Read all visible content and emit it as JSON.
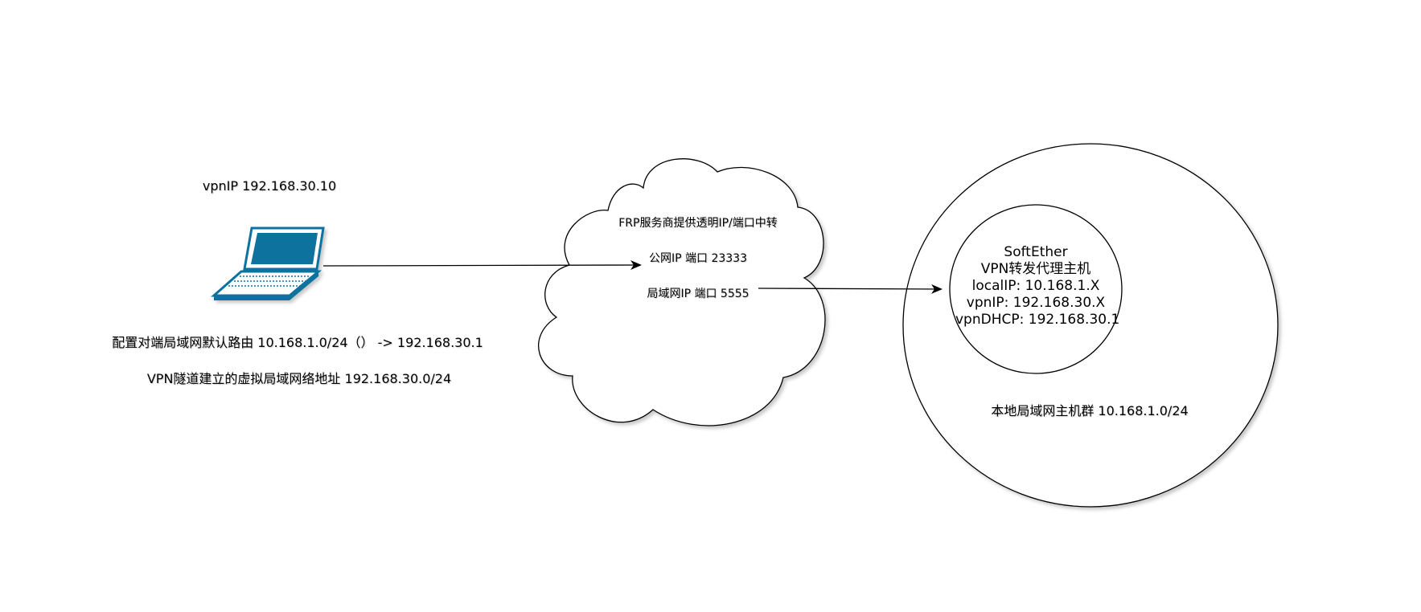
{
  "laptop": {
    "vpn_ip_label": "vpnIP  192.168.30.10",
    "route_note": "配置对端局域网默认路由 10.168.1.0/24（）  -> 192.168.30.1",
    "tunnel_note": "VPN隧道建立的虚拟局域网络地址   192.168.30.0/24"
  },
  "cloud": {
    "title": "FRP服务商提供透明IP/端口中转",
    "public_port": "公网IP 端口 23333",
    "lan_port": "局域网IP 端口 5555"
  },
  "softether": {
    "line1": "SoftEther",
    "line2": "VPN转发代理主机",
    "line3": "localIP:  10.168.1.X",
    "line4": "vpnIP:  192.168.30.X",
    "line5": "vpnDHCP: 192.168.30.1"
  },
  "lan_group": {
    "label": "本地局域网主机群 10.168.1.0/24"
  },
  "colors": {
    "laptop_blue": "#10739e",
    "stroke": "#000000"
  }
}
